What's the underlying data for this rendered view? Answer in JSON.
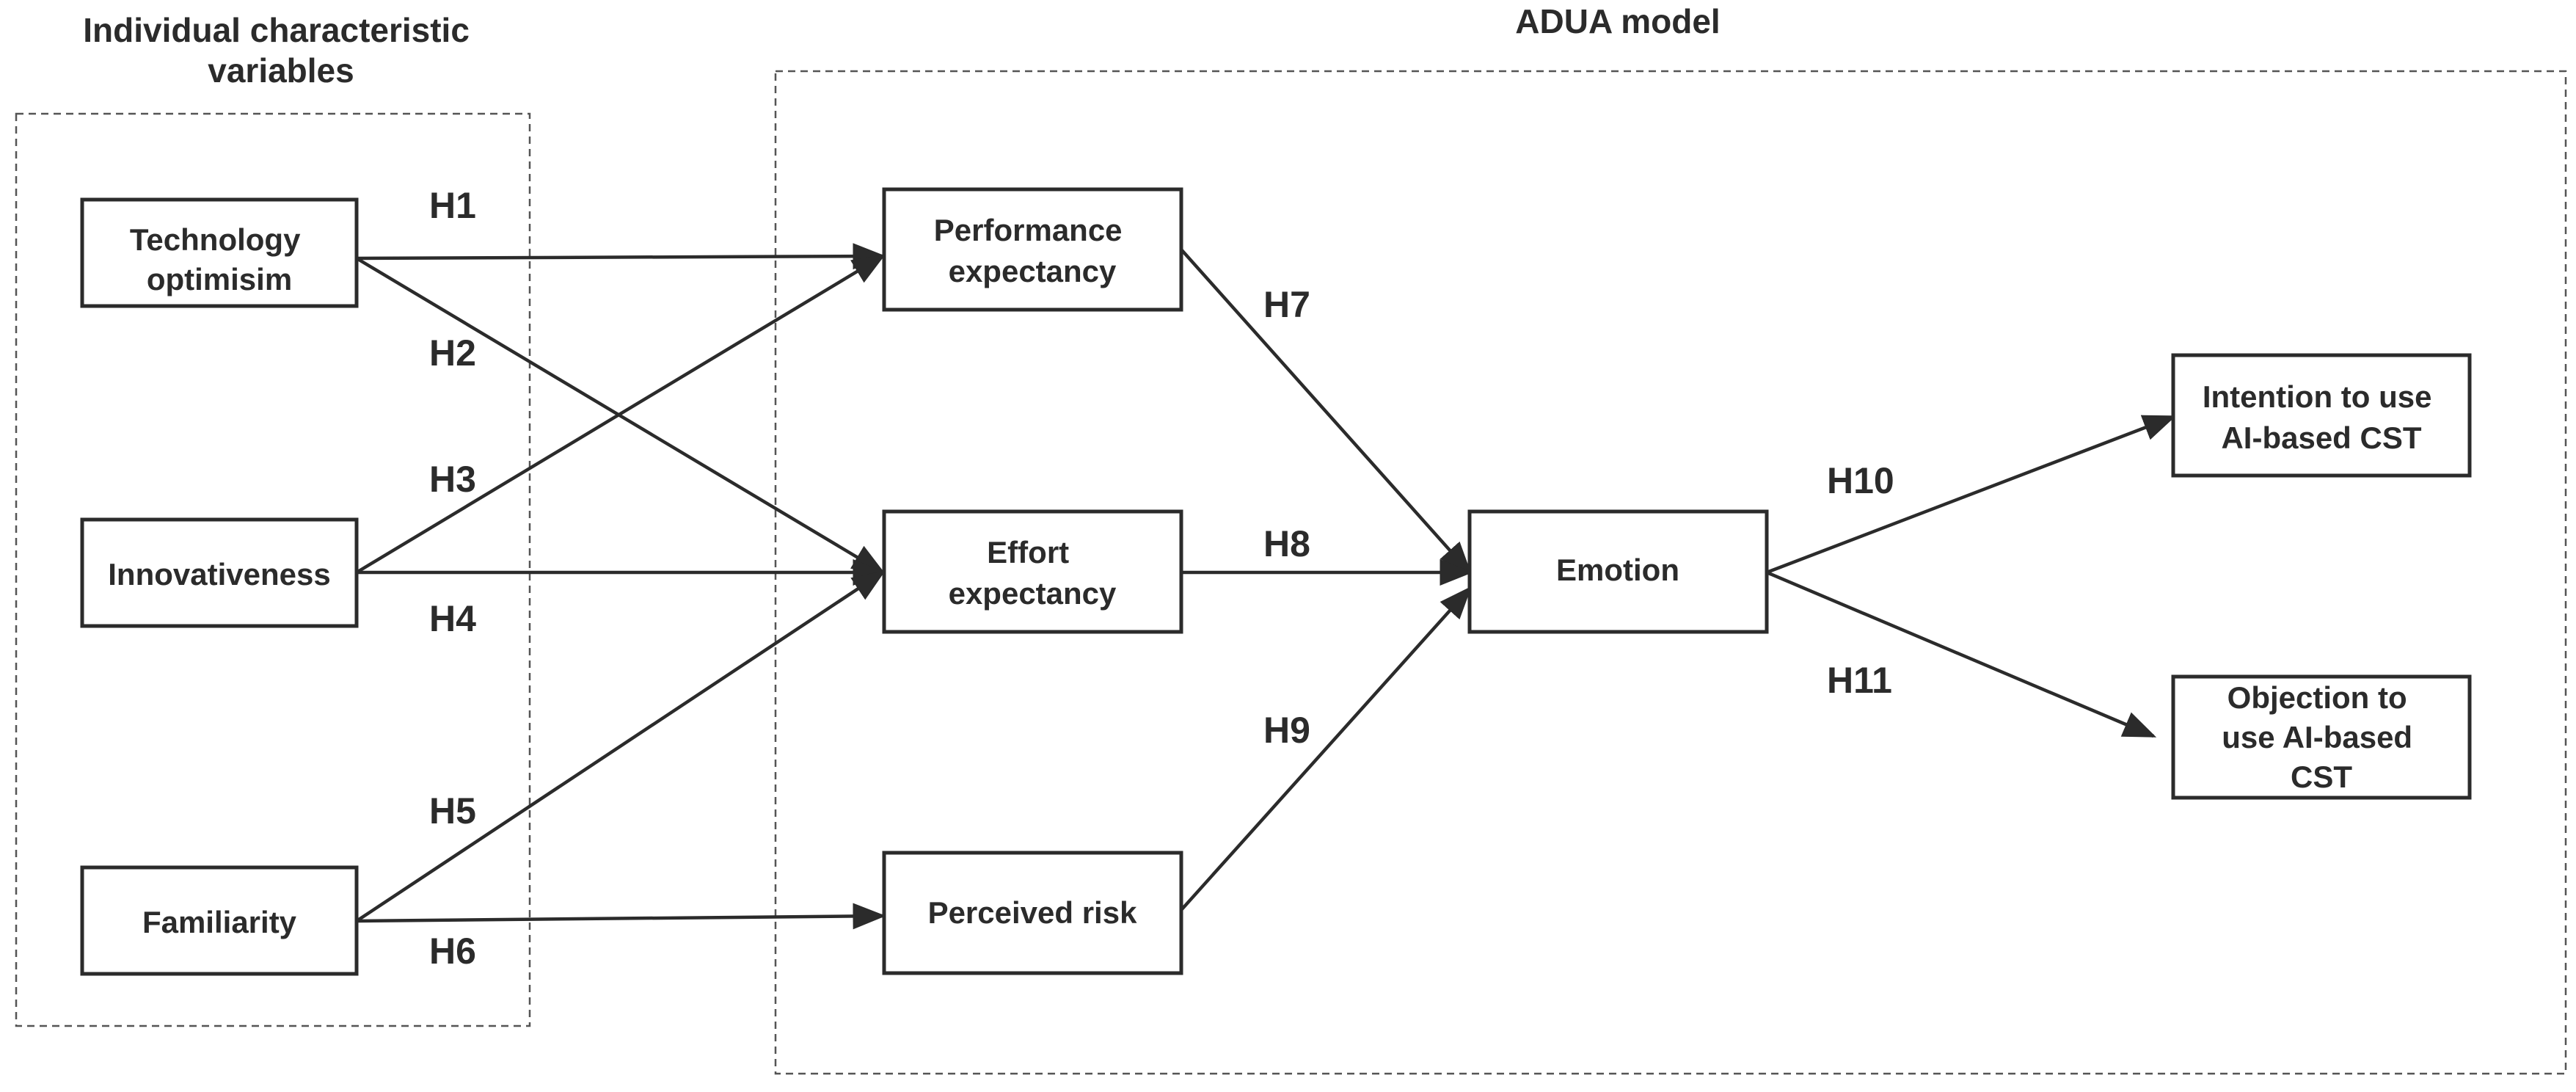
{
  "groups": {
    "individual": {
      "title_lines": [
        "Individual characteristic",
        "variables"
      ]
    },
    "adua": {
      "title": "ADUA model"
    }
  },
  "nodes": {
    "tech": {
      "lines": [
        "Technology",
        "optimisim"
      ]
    },
    "innov": {
      "lines": [
        "Innovativeness"
      ]
    },
    "famil": {
      "lines": [
        "Familiarity"
      ]
    },
    "perf": {
      "lines": [
        "Performance",
        "expectancy"
      ]
    },
    "effort": {
      "lines": [
        "Effort",
        "expectancy"
      ]
    },
    "risk": {
      "lines": [
        "Perceived risk"
      ]
    },
    "emotion": {
      "lines": [
        "Emotion"
      ]
    },
    "intention": {
      "lines": [
        "Intention to use",
        "AI-based CST"
      ]
    },
    "objection": {
      "lines": [
        "Objection to",
        "use AI-based",
        "CST"
      ]
    }
  },
  "hypotheses": {
    "H1": "H1",
    "H2": "H2",
    "H3": "H3",
    "H4": "H4",
    "H5": "H5",
    "H6": "H6",
    "H7": "H7",
    "H8": "H8",
    "H9": "H9",
    "H10": "H10",
    "H11": "H11"
  },
  "colors": {
    "stroke": "#2b2b2b",
    "dashed": "#555555",
    "background": "#ffffff"
  }
}
